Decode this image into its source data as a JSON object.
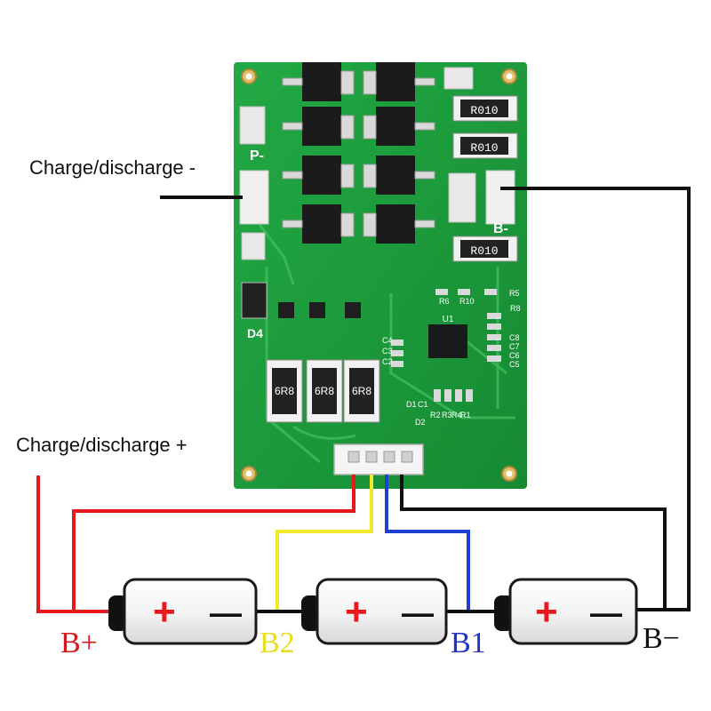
{
  "labels": {
    "charge_minus": "Charge/discharge -",
    "charge_plus": "Charge/discharge +"
  },
  "board": {
    "port_p_minus": "P-",
    "port_b_minus": "B-",
    "resistor_1": "R010",
    "resistor_2": "R010",
    "resistor_3": "R010",
    "big_resistor_1": "6R8",
    "big_resistor_2": "6R8",
    "big_resistor_3": "6R8",
    "diode_label": "D4",
    "ic_label": "U1",
    "ref_r5": "R5",
    "ref_r6": "R6",
    "ref_r8": "R8",
    "ref_r10": "R10",
    "ref_c5": "C5",
    "ref_c6": "C6",
    "ref_c7": "C7",
    "ref_c8": "C8",
    "ref_r1": "R1",
    "ref_r2": "R2",
    "ref_r3": "R3",
    "ref_r4": "R4",
    "ref_d1": "D1",
    "ref_d2": "D2",
    "ref_c1": "C1",
    "ref_c2": "C2",
    "ref_c3": "C3",
    "ref_c4": "C4"
  },
  "terminals": {
    "b_plus": "B+",
    "b2": "B2",
    "b1": "B1",
    "b_minus": "B−"
  },
  "cells": [
    {
      "plus": "+",
      "minus": "—"
    },
    {
      "plus": "+",
      "minus": "—"
    },
    {
      "plus": "+",
      "minus": "—"
    }
  ],
  "colors": {
    "pcb": "#1c9a3c",
    "pcb_dark": "#137a2c",
    "wire_red": "#e8191d",
    "wire_yellow": "#f2e82a",
    "wire_blue": "#1f3fd0",
    "wire_black": "#111111",
    "label_b_plus": "#d51820",
    "label_b2": "#e8dd20",
    "label_b1": "#1f33c8",
    "label_b_minus": "#111111"
  }
}
